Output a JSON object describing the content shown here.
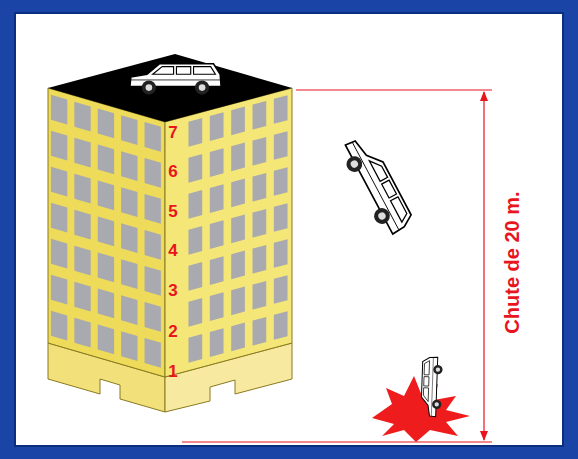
{
  "diagram": {
    "labels": [
      "7",
      "6",
      "5",
      "4",
      "3",
      "2",
      "1",
      "Chute de 20 m."
    ]
  }
}
